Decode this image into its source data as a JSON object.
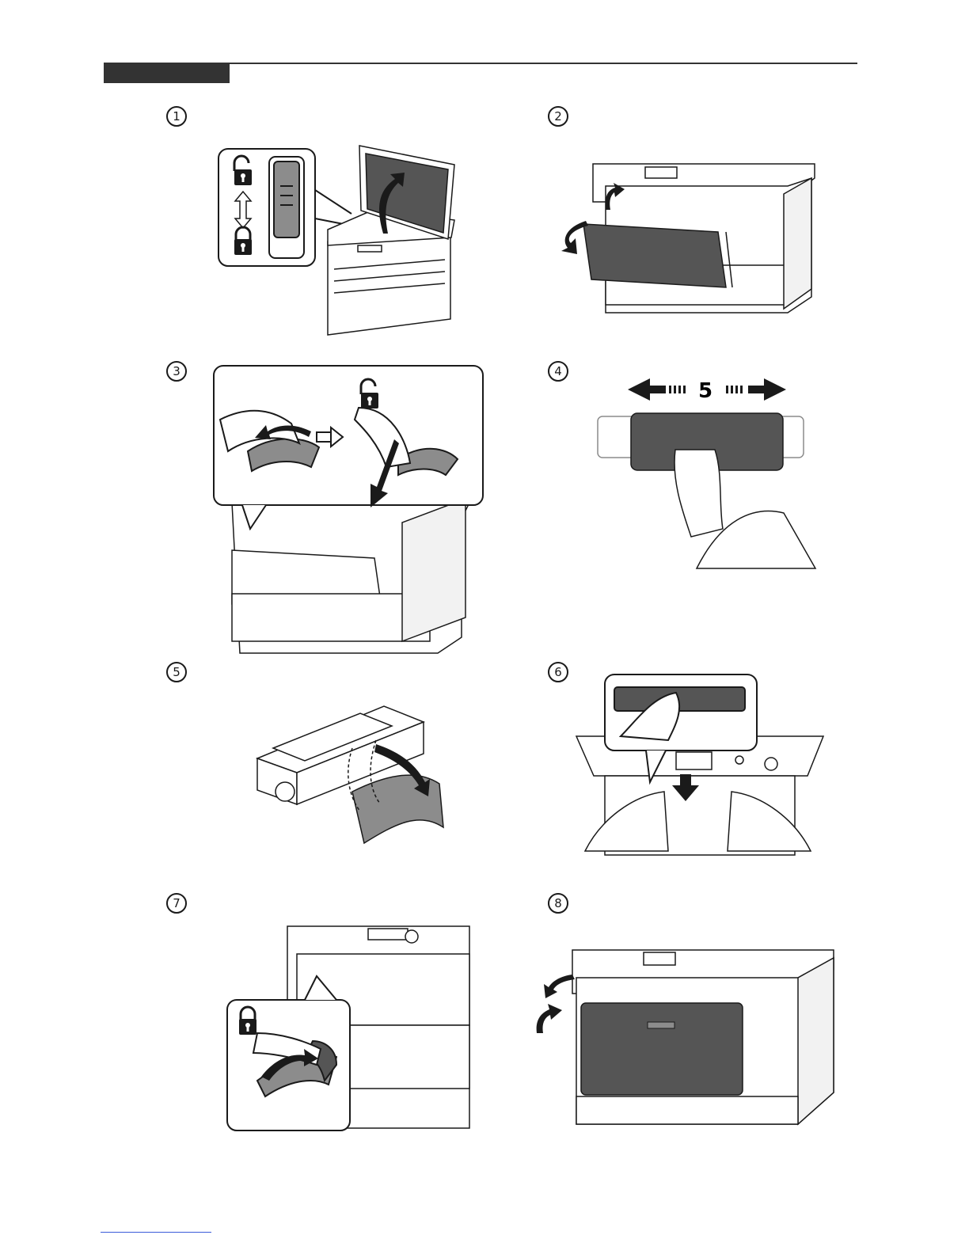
{
  "steps": [
    {
      "number": "1",
      "label_icon": "scanner-lock-icon"
    },
    {
      "number": "2",
      "label_icon": "front-cover-open-icon"
    },
    {
      "number": "3",
      "label_icon": "toner-lock-lever-icon"
    },
    {
      "number": "4",
      "label_icon": "shake-toner-icon"
    },
    {
      "number": "5",
      "label_icon": "remove-seal-icon"
    },
    {
      "number": "6",
      "label_icon": "insert-toner-icon"
    },
    {
      "number": "7",
      "label_icon": "lock-lever-icon"
    },
    {
      "number": "8",
      "label_icon": "close-cover-icon"
    }
  ],
  "shake_count": "5",
  "colors": {
    "ink": "#1a1a1a",
    "gray": "#8c8c8c",
    "dark_gray": "#555555",
    "link": "#3b5bd9"
  }
}
